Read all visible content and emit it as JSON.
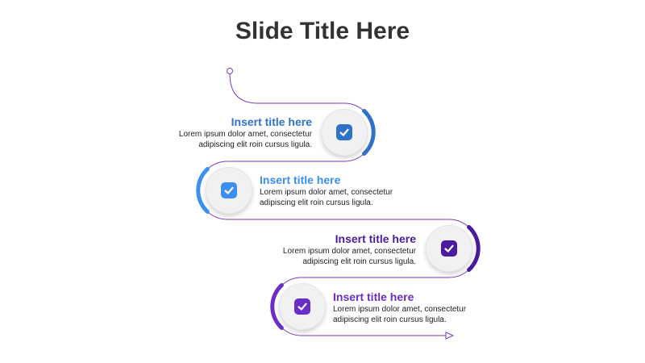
{
  "slide": {
    "title": "Slide Title Here"
  },
  "colors": {
    "path": "#7a3bc4",
    "step1": "#2e73c8",
    "step2": "#3a8ff0",
    "step3": "#4a1aa0",
    "step4": "#6a2ec8",
    "node_fill": "#f1f1f3"
  },
  "steps": [
    {
      "title": "Insert title here",
      "line1": "Lorem ipsum dolor amet, consectetur",
      "line2": "adipiscing elit roin cursus ligula.",
      "icon": "check-icon"
    },
    {
      "title": "Insert title here",
      "line1": "Lorem ipsum dolor amet, consectetur",
      "line2": "adipiscing elit roin cursus ligula.",
      "icon": "check-icon"
    },
    {
      "title": "Insert title here",
      "line1": "Lorem ipsum dolor amet, consectetur",
      "line2": "adipiscing elit roin cursus ligula.",
      "icon": "check-icon"
    },
    {
      "title": "Insert title here",
      "line1": "Lorem ipsum dolor amet, consectetur",
      "line2": "adipiscing elit roin cursus ligula.",
      "icon": "check-icon"
    }
  ]
}
